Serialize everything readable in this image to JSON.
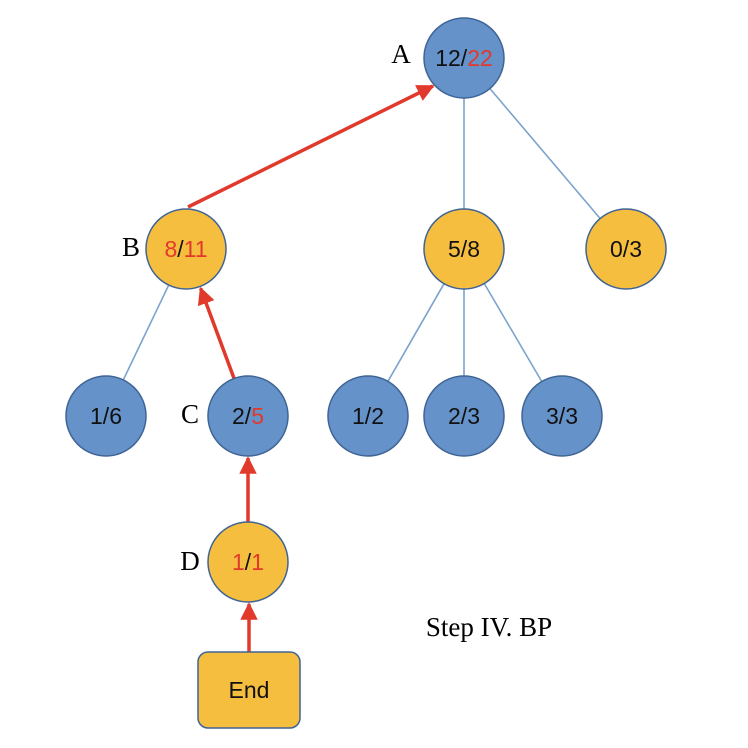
{
  "colors": {
    "blue_fill": "#6592C9",
    "blue_stroke": "#3F6495",
    "orange_fill": "#F6BE3F",
    "orange_stroke": "#3F6495",
    "edge": "#7BA3CD",
    "arrow": "#E1392B",
    "text_black": "#111111",
    "text_red": "#E1392B"
  },
  "nodes": [
    {
      "id": "A",
      "label": "A",
      "num": "12",
      "den": "22",
      "num_red": false,
      "den_red": true,
      "color": "blue"
    },
    {
      "id": "B",
      "label": "B",
      "num": "8",
      "den": "11",
      "num_red": true,
      "den_red": true,
      "color": "orange"
    },
    {
      "id": "n58",
      "label": "",
      "num": "5",
      "den": "8",
      "num_red": false,
      "den_red": false,
      "color": "orange"
    },
    {
      "id": "n03",
      "label": "",
      "num": "0",
      "den": "3",
      "num_red": false,
      "den_red": false,
      "color": "orange"
    },
    {
      "id": "n16",
      "label": "",
      "num": "1",
      "den": "6",
      "num_red": false,
      "den_red": false,
      "color": "blue"
    },
    {
      "id": "C",
      "label": "C",
      "num": "2",
      "den": "5",
      "num_red": false,
      "den_red": true,
      "color": "blue"
    },
    {
      "id": "n12",
      "label": "",
      "num": "1",
      "den": "2",
      "num_red": false,
      "den_red": false,
      "color": "blue"
    },
    {
      "id": "n23",
      "label": "",
      "num": "2",
      "den": "3",
      "num_red": false,
      "den_red": false,
      "color": "blue"
    },
    {
      "id": "n33",
      "label": "",
      "num": "3",
      "den": "3",
      "num_red": false,
      "den_red": false,
      "color": "blue"
    },
    {
      "id": "D",
      "label": "D",
      "num": "1",
      "den": "1",
      "num_red": true,
      "den_red": true,
      "color": "orange"
    }
  ],
  "end_box": {
    "label": "End"
  },
  "edges": [
    {
      "from": "A",
      "to": "n58"
    },
    {
      "from": "A",
      "to": "n03"
    },
    {
      "from": "B",
      "to": "n16"
    },
    {
      "from": "n58",
      "to": "n12"
    },
    {
      "from": "n58",
      "to": "n23"
    },
    {
      "from": "n58",
      "to": "n33"
    }
  ],
  "arrows": [
    {
      "from": "B",
      "to": "A"
    },
    {
      "from": "C",
      "to": "B"
    },
    {
      "from": "D",
      "to": "C"
    },
    {
      "from": "end",
      "to": "D"
    }
  ],
  "caption": "Step IV. BP"
}
